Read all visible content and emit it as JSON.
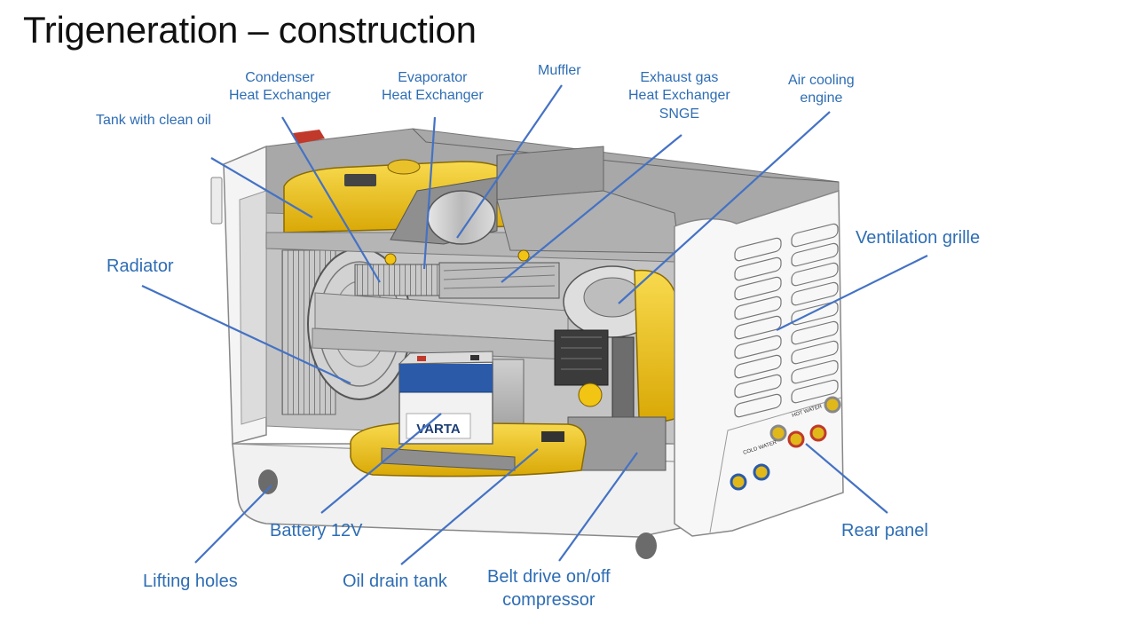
{
  "title": "Trigeneration – construction",
  "labels": {
    "tank_clean_oil": [
      "Tank with clean oil"
    ],
    "condenser": [
      "Condenser",
      "Heat Exchanger"
    ],
    "evaporator": [
      "Evaporator",
      "Heat Exchanger"
    ],
    "muffler": [
      "Muffler"
    ],
    "exhaust": [
      "Exhaust gas",
      "Heat Exchanger",
      "SNGE"
    ],
    "air_cooling": [
      "Air cooling",
      "engine"
    ],
    "ventilation": [
      "Ventilation grille"
    ],
    "radiator": [
      "Radiator"
    ],
    "battery": [
      "Battery 12V"
    ],
    "lifting": [
      "Lifting holes"
    ],
    "oil_drain": [
      "Oil drain tank"
    ],
    "belt_drive": [
      "Belt drive on/off",
      "compressor"
    ],
    "rear_panel": [
      "Rear panel"
    ]
  },
  "device_text": {
    "battery_brand": "VARTA",
    "cold_water": "COLD WATER",
    "hot_water": "HOT WATER"
  },
  "colors": {
    "label_text": "#2E6DB4",
    "leader_line": "#4472C4",
    "engine_yellow": "#F2C413",
    "battery_blue": "#2B5BA8"
  }
}
